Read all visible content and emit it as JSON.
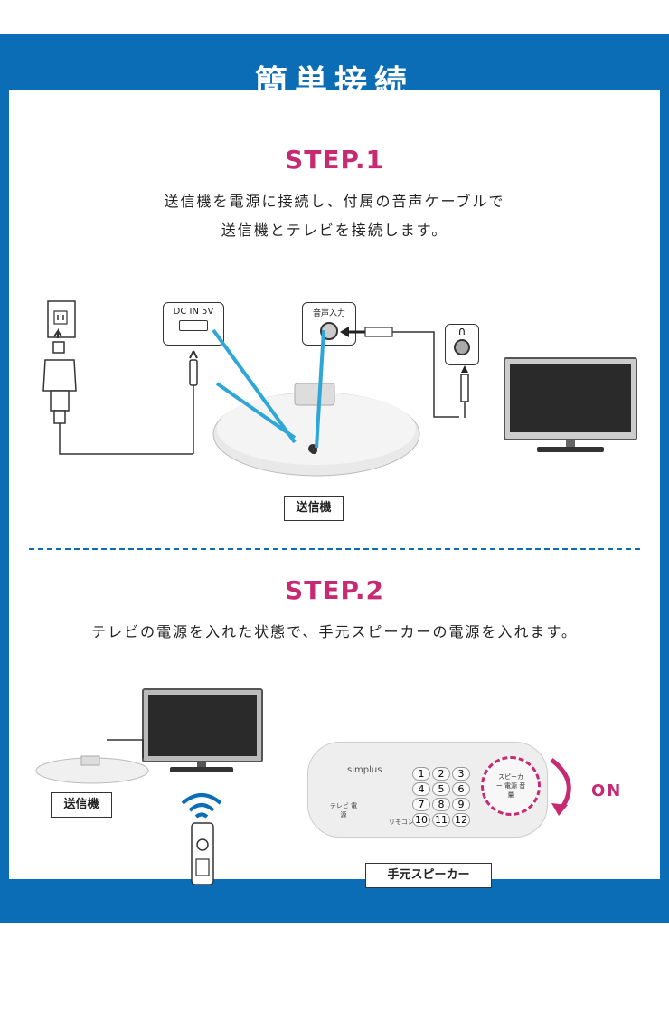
{
  "header": {
    "title": "簡単接続"
  },
  "step1": {
    "heading": "STEP.1",
    "line1": "送信機を電源に接続し、付属の音声ケーブルで",
    "line2": "送信機とテレビを接続します。",
    "dc_label": "DC IN 5V",
    "audio_label": "音声入力",
    "transmitter_label": "送信機"
  },
  "step2": {
    "heading": "STEP.2",
    "line1": "テレビの電源を入れた状態で、手元スピーカーの電源を入れます。",
    "transmitter_label": "送信機",
    "speaker_label": "手元スピーカー",
    "on_label": "ON",
    "brand": "simplus",
    "tv_power": "テレビ 電源",
    "remote": "リモコン",
    "num_keys": [
      "1",
      "2",
      "3",
      "4",
      "5",
      "6",
      "7",
      "8",
      "9",
      "10",
      "11",
      "12"
    ],
    "speaker_dial": "スピーカー 電源 音量"
  },
  "colors": {
    "frame": "#0b6db5",
    "accent": "#c52a72",
    "cable": "#2ea6d6"
  }
}
